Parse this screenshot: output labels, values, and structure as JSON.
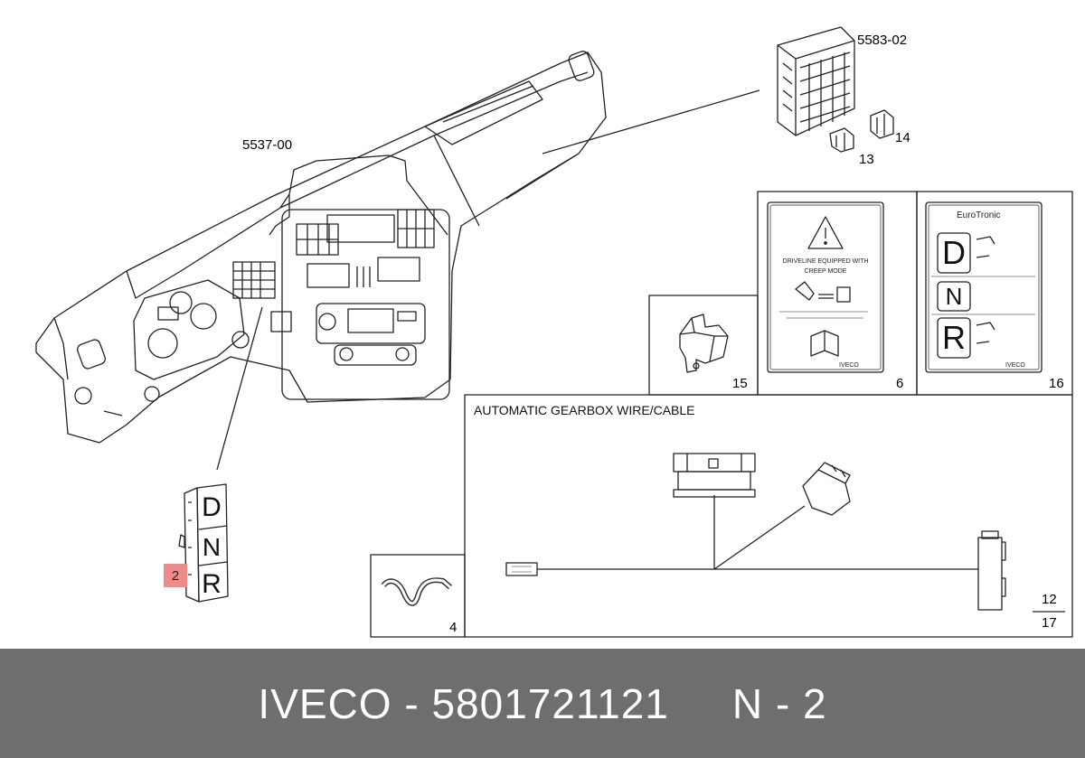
{
  "labels": {
    "dashboard": "5537-00",
    "fuse_box": "5583-02",
    "n14": "14",
    "n13": "13",
    "n15": "15",
    "n6": "6",
    "n16": "16",
    "n4": "4",
    "n12": "12",
    "n17": "17",
    "callout_2": "2"
  },
  "wire_panel": {
    "title": "AUTOMATIC GEARBOX WIRE/CABLE"
  },
  "decal_6": {
    "line1": "DRIVELINE EQUIPPED WITH",
    "line2": "CREEP MODE",
    "brand": "IVECO"
  },
  "decal_16": {
    "title": "EuroTronic",
    "letters": [
      "D",
      "N",
      "R"
    ],
    "brand": "IVECO"
  },
  "switch_letters": [
    "D",
    "N",
    "R"
  ],
  "footer": {
    "brand": "IVECO",
    "dash": "-",
    "part_number": "5801721121",
    "ref": "N - 2"
  }
}
